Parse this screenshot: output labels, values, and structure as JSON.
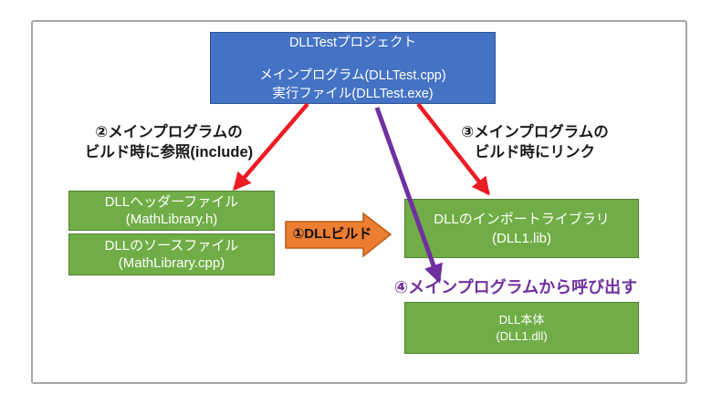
{
  "colors": {
    "frame_border": "#a6a6a6",
    "blue_bg": "#4472c4",
    "blue_border": "#2f5597",
    "green_bg": "#70ad47",
    "green_border": "#548235",
    "orange_bg": "#ed7d31",
    "orange_border": "#b85c1a",
    "red_arrow": "#ed1c24",
    "purple_arrow": "#7030a0",
    "label_text": "#1a1a1a",
    "box_text": "#ffffff"
  },
  "diagram": {
    "project_box": {
      "title": "DLLTestプロジェクト",
      "line2": "メインプログラム(DLLTest.cpp)",
      "line3": "実行ファイル(DLLTest.exe)"
    },
    "header_box": {
      "line1": "DLLヘッダーファイル",
      "line2": "(MathLibrary.h)"
    },
    "source_box": {
      "line1": "DLLのソースファイル",
      "line2": "(MathLibrary.cpp)"
    },
    "import_lib_box": {
      "line1": "DLLのインポートライブラリ",
      "line2": "(DLL1.lib)"
    },
    "dll_body_box": {
      "line1": "DLL本体",
      "line2": "(DLL1.dll)"
    },
    "labels": {
      "build_arrow": "①DLLビルド",
      "include_line1": "②メインプログラムの",
      "include_line2": "ビルド時に参照(include)",
      "link_line1": "③メインプログラムの",
      "link_line2": "ビルド時にリンク",
      "call": "④メインプログラムから呼び出す"
    }
  }
}
